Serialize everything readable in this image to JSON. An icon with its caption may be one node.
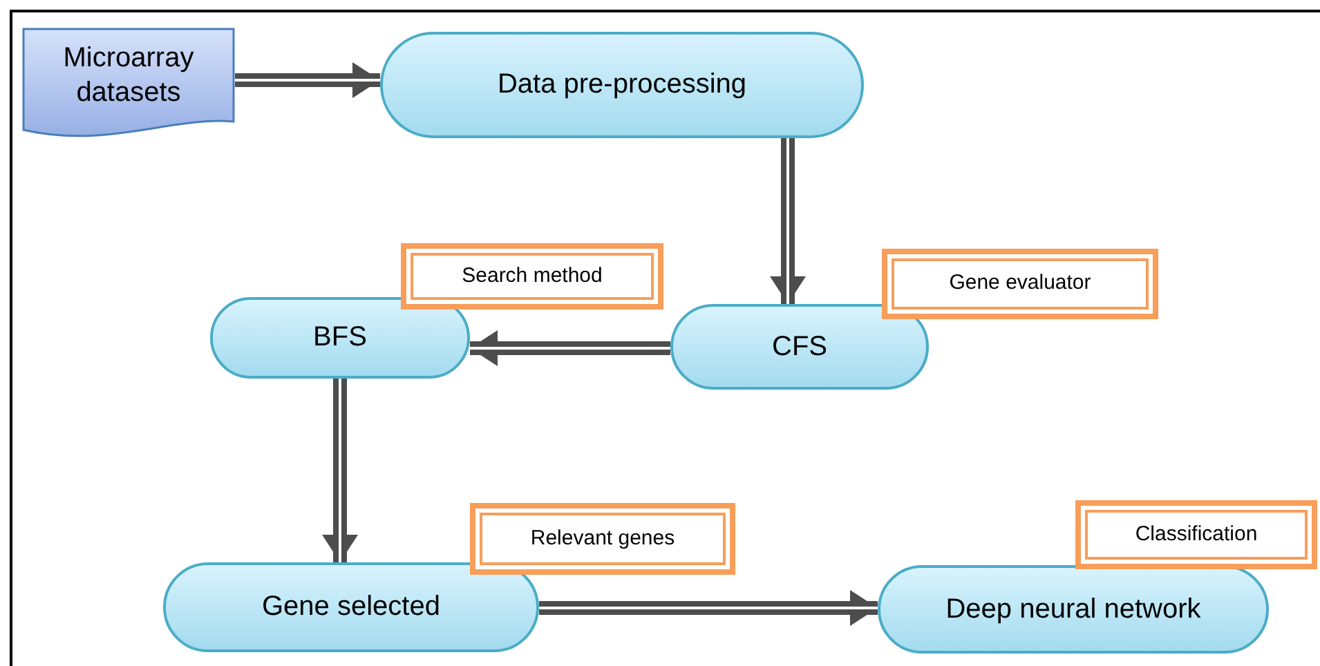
{
  "diagram": {
    "nodes": [
      {
        "text": [
          "Microarray datasets"
        ]
      },
      {
        "text": [
          "Data pre-processing"
        ]
      },
      {
        "text": [
          "Search method"
        ]
      },
      {
        "text": [
          "Gene evaluator"
        ]
      },
      {
        "text": [
          "BFS"
        ]
      },
      {
        "text": [
          "CFS"
        ]
      },
      {
        "text": [
          "Relevant genes"
        ]
      },
      {
        "text": [
          "Classification"
        ]
      },
      {
        "text": [
          "Gene selected"
        ]
      },
      {
        "text": [
          "Deep neural network"
        ]
      }
    ],
    "edges": [
      {
        "from": 0,
        "to": 1,
        "arrow": "to"
      },
      {
        "from": 1,
        "to": 5,
        "arrow": "to"
      },
      {
        "from": 5,
        "to": 4,
        "arrow": "to"
      },
      {
        "from": 4,
        "to": 8,
        "arrow": "to"
      },
      {
        "from": 8,
        "to": 9,
        "arrow": "to"
      }
    ]
  }
}
